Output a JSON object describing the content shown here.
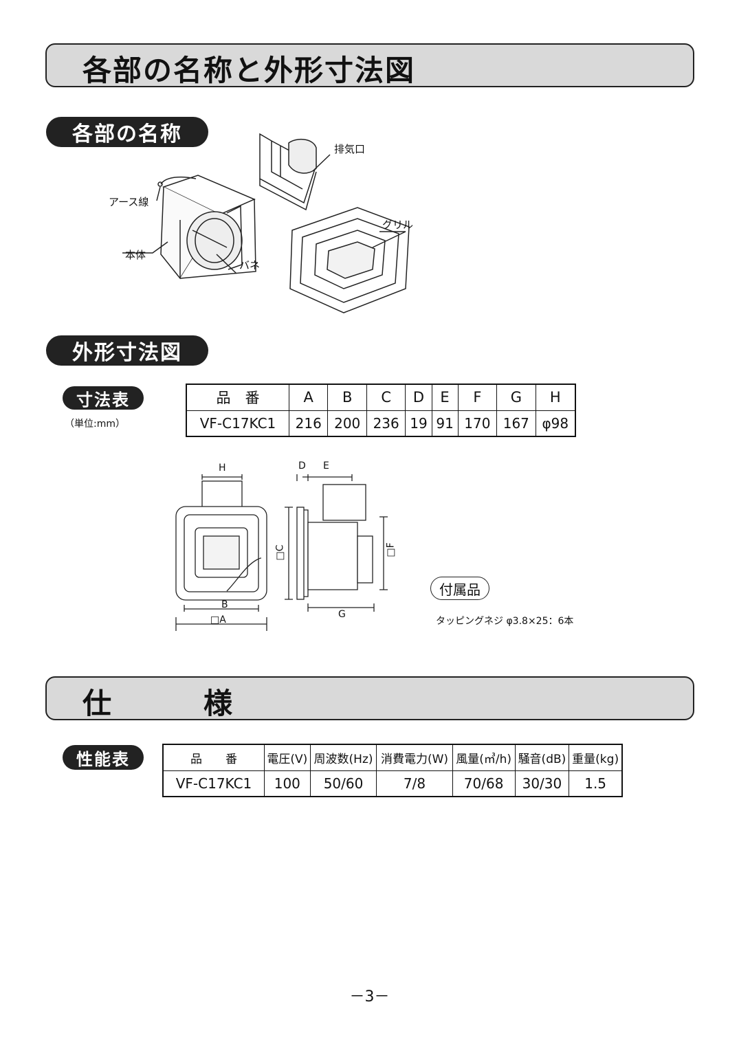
{
  "page_title": "各部の名称と外形寸法図",
  "section_parts": {
    "heading": "各部の名称",
    "labels": {
      "exhaust": "排気口",
      "earth": "アース線",
      "grille": "グリル",
      "body": "本体",
      "spring": "バネ"
    }
  },
  "section_dimensions": {
    "heading": "外形寸法図",
    "table_label": "寸法表",
    "unit": "（単位:mm）",
    "table": {
      "headers": [
        "品　番",
        "A",
        "B",
        "C",
        "D",
        "E",
        "F",
        "G",
        "H"
      ],
      "row": [
        "VF-C17KC1",
        "216",
        "200",
        "236",
        "19",
        "91",
        "170",
        "167",
        "φ98"
      ]
    },
    "drawing_labels": {
      "H": "H",
      "B": "B",
      "A": "□A",
      "D": "D",
      "E": "E",
      "C": "□C",
      "F": "□F",
      "G": "G"
    },
    "accessory_label": "付属品",
    "accessory_text": "タッピングネジ φ3.8×25：6本"
  },
  "spec_title": "仕　　　様",
  "performance": {
    "label": "性能表",
    "headers": [
      "品　　番",
      "電圧(V)",
      "周波数(Hz)",
      "消費電力(W)",
      "風量(㎥/h)",
      "騒音(dB)",
      "重量(kg)"
    ],
    "row": [
      "VF-C17KC1",
      "100",
      "50/60",
      "7/8",
      "70/68",
      "30/30",
      "1.5"
    ]
  },
  "page_number": "－3－"
}
